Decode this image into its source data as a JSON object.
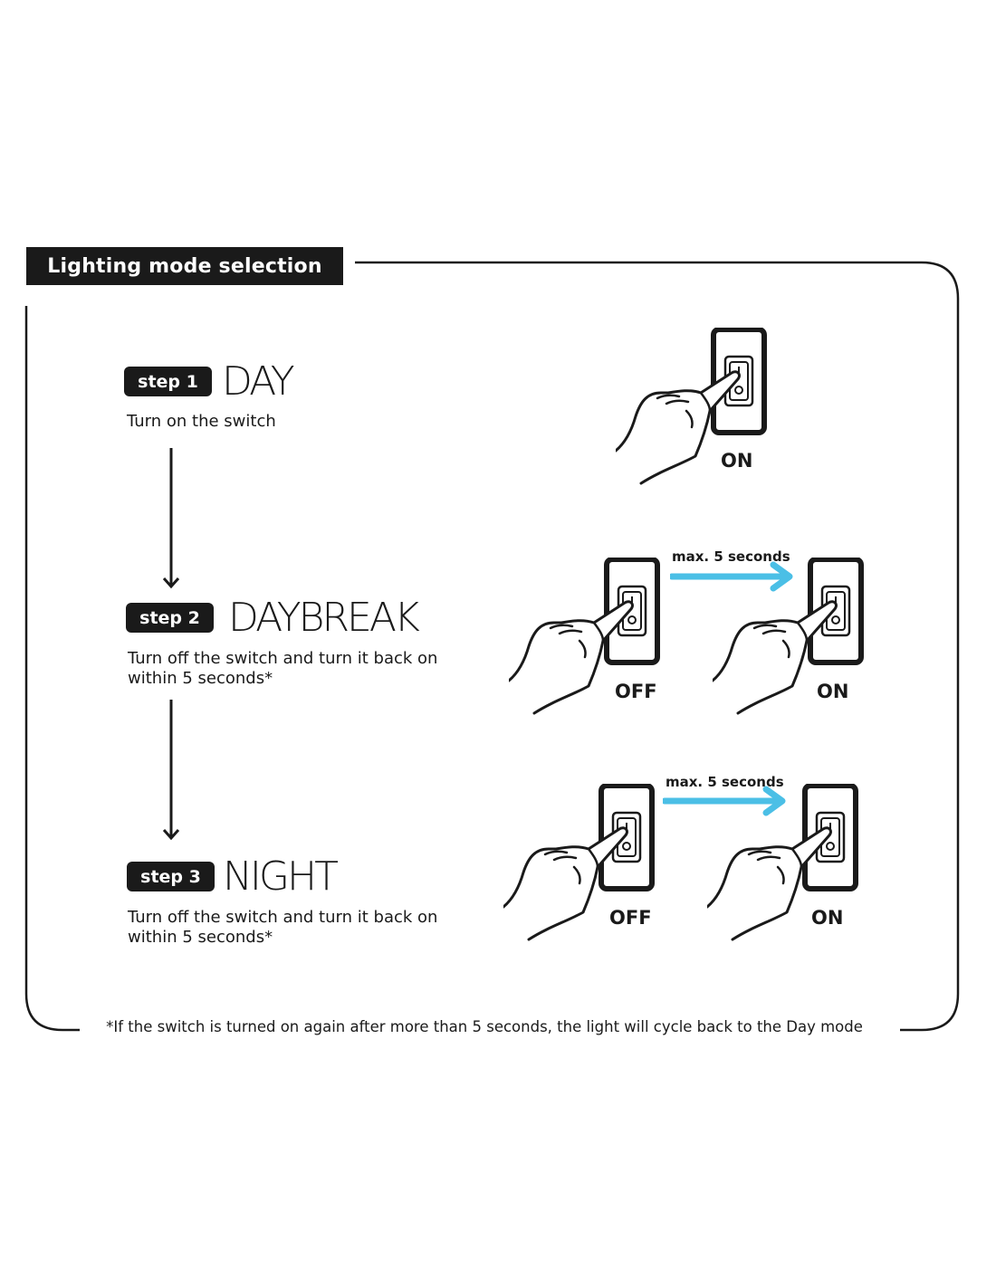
{
  "title": "Lighting mode selection",
  "steps": [
    {
      "badge": "step 1",
      "mode": "DAY",
      "description": "Turn on the switch",
      "switches": [
        {
          "label": "ON",
          "state": "on"
        }
      ]
    },
    {
      "badge": "step 2",
      "mode": "DAYBREAK",
      "description_line1": "Turn off the switch and turn it back on",
      "description_line2": "within 5 seconds*",
      "timing_label": "max. 5 seconds",
      "switches": [
        {
          "label": "OFF",
          "state": "off"
        },
        {
          "label": "ON",
          "state": "on"
        }
      ]
    },
    {
      "badge": "step 3",
      "mode": "NIGHT",
      "description_line1": "Turn off the switch and turn it back on",
      "description_line2": "within 5 seconds*",
      "timing_label": "max. 5 seconds",
      "switches": [
        {
          "label": "OFF",
          "state": "off"
        },
        {
          "label": "ON",
          "state": "on"
        }
      ]
    }
  ],
  "footnote": "*If the switch is turned on again after more than 5 seconds, the light will cycle back to the Day mode",
  "colors": {
    "ink": "#1a1a1a",
    "arrow_accent": "#4bbfe6",
    "background": "#ffffff"
  },
  "icons": [
    "hand-pressing-switch-icon",
    "down-arrow-icon",
    "right-arrow-icon"
  ]
}
